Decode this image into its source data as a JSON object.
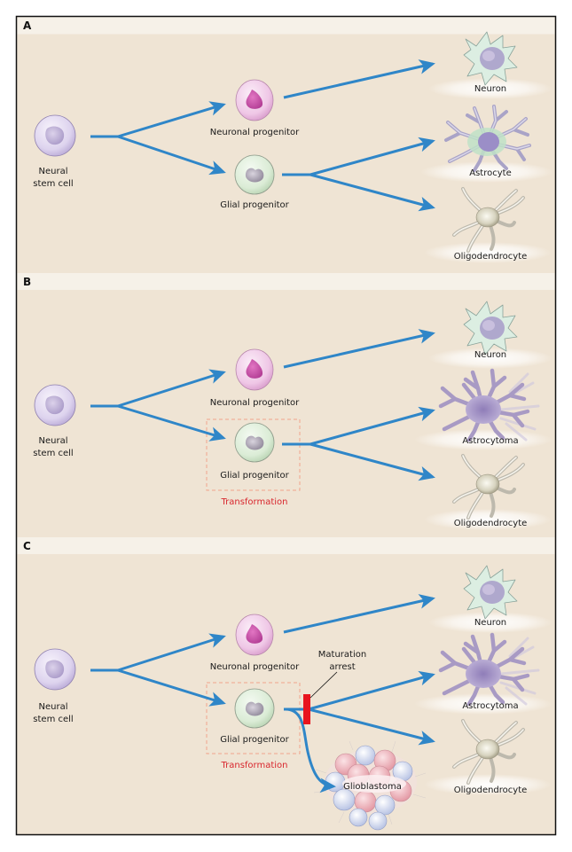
{
  "figure": {
    "colors": {
      "arrow": "#2f86c8",
      "frame": "#111111",
      "panel_bg": "#efe4d4",
      "header_bg": "#f6f1e8",
      "transformation_box": "#f0a58c",
      "transformation_text": "#d8272e",
      "block_bar": "#e8141e"
    },
    "panels": [
      {
        "letter": "A",
        "stem_cell": {
          "line1": "Neural",
          "line2": "stem cell"
        },
        "neuronal_progenitor": "Neuronal progenitor",
        "glial_progenitor": "Glial progenitor",
        "targets": {
          "neuron": "Neuron",
          "astro": "Astrocyte",
          "oligo": "Oligodendrocyte"
        }
      },
      {
        "letter": "B",
        "stem_cell": {
          "line1": "Neural",
          "line2": "stem cell"
        },
        "neuronal_progenitor": "Neuronal progenitor",
        "glial_progenitor": "Glial progenitor",
        "transformation": "Transformation",
        "targets": {
          "neuron": "Neuron",
          "astro": "Astrocytoma",
          "oligo": "Oligodendrocyte"
        }
      },
      {
        "letter": "C",
        "stem_cell": {
          "line1": "Neural",
          "line2": "stem cell"
        },
        "neuronal_progenitor": "Neuronal progenitor",
        "glial_progenitor": "Glial progenitor",
        "transformation": "Transformation",
        "maturation_arrest": {
          "line1": "Maturation",
          "line2": "arrest"
        },
        "glioblastoma": "Glioblastoma",
        "targets": {
          "neuron": "Neuron",
          "astro": "Astrocytoma",
          "oligo": "Oligodendrocyte"
        }
      }
    ]
  }
}
